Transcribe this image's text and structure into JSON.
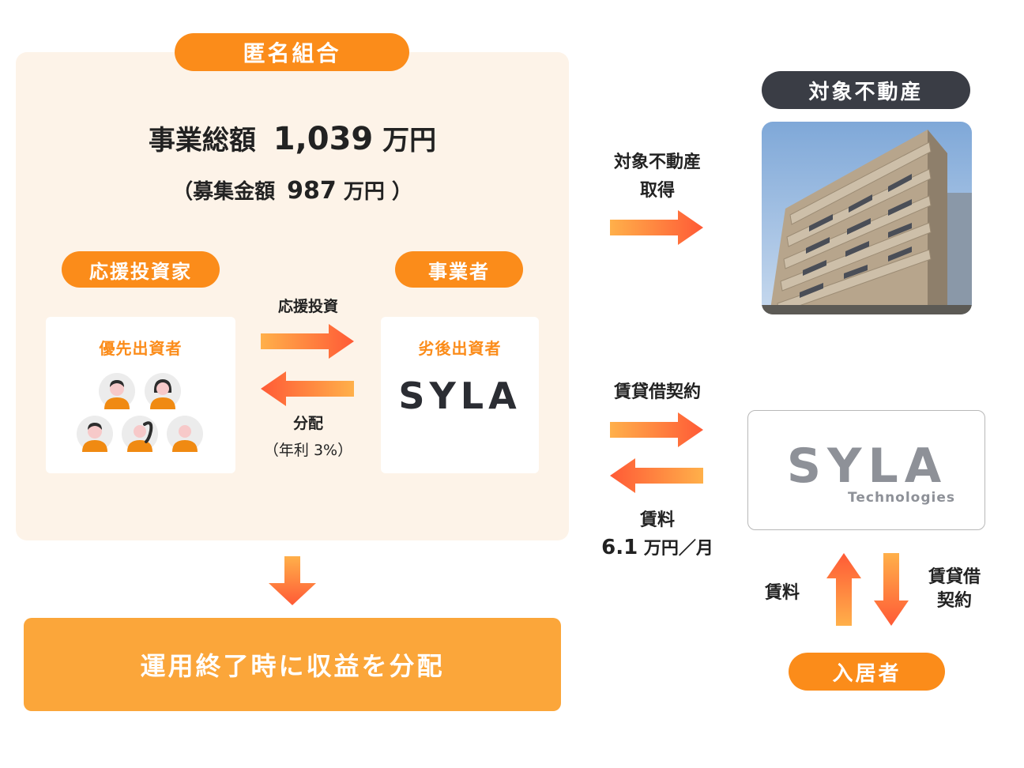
{
  "fund": {
    "title": "匿名組合",
    "total_label": "事業総額",
    "total_value": "1,039",
    "total_unit": "万円",
    "raise_open": "（募集金額",
    "raise_value": "987",
    "raise_unit": "万円",
    "raise_close": "）"
  },
  "investor": {
    "pill": "応援投資家",
    "card_title": "優先出資者"
  },
  "operator": {
    "pill": "事業者",
    "card_title": "劣後出資者",
    "logo": "SYLA"
  },
  "flows": {
    "invest_label": "応援投資",
    "distribute_label": "分配",
    "distribute_rate": "（年利 3%）",
    "acquire_line1": "対象不動産",
    "acquire_line2": "取得",
    "lease_label": "賃貸借契約",
    "rent_label": "賃料",
    "rent_value": "6.1",
    "rent_unit": "万円／月",
    "tenant_rent": "賃料",
    "tenant_lease_line1": "賃貸借",
    "tenant_lease_line2": "契約"
  },
  "property": {
    "pill": "対象不動産"
  },
  "syla_tech": {
    "logo": "SYLA",
    "sub": "Technologies"
  },
  "tenant": {
    "pill": "入居者"
  },
  "result": {
    "label": "運用終了時に収益を分配"
  },
  "colors": {
    "orange": "#FB8C1A",
    "panel": "#FDF3E8",
    "dark": "#3A3D45",
    "arrow_start": "#FFB04A",
    "arrow_end": "#FF5A36"
  }
}
